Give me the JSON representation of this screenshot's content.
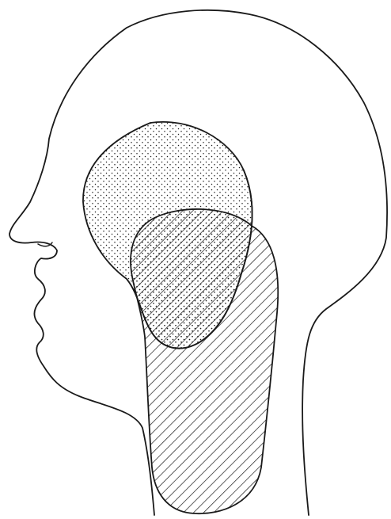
{
  "figure": {
    "subject": "head-profile-facing-left",
    "regions": [
      {
        "id": "upper-region",
        "fill_pattern": "stipple"
      },
      {
        "id": "lower-region",
        "fill_pattern": "diagonal-hatch"
      }
    ]
  },
  "colors": {
    "ink": "#1a1a1a",
    "paper": "#ffffff"
  }
}
